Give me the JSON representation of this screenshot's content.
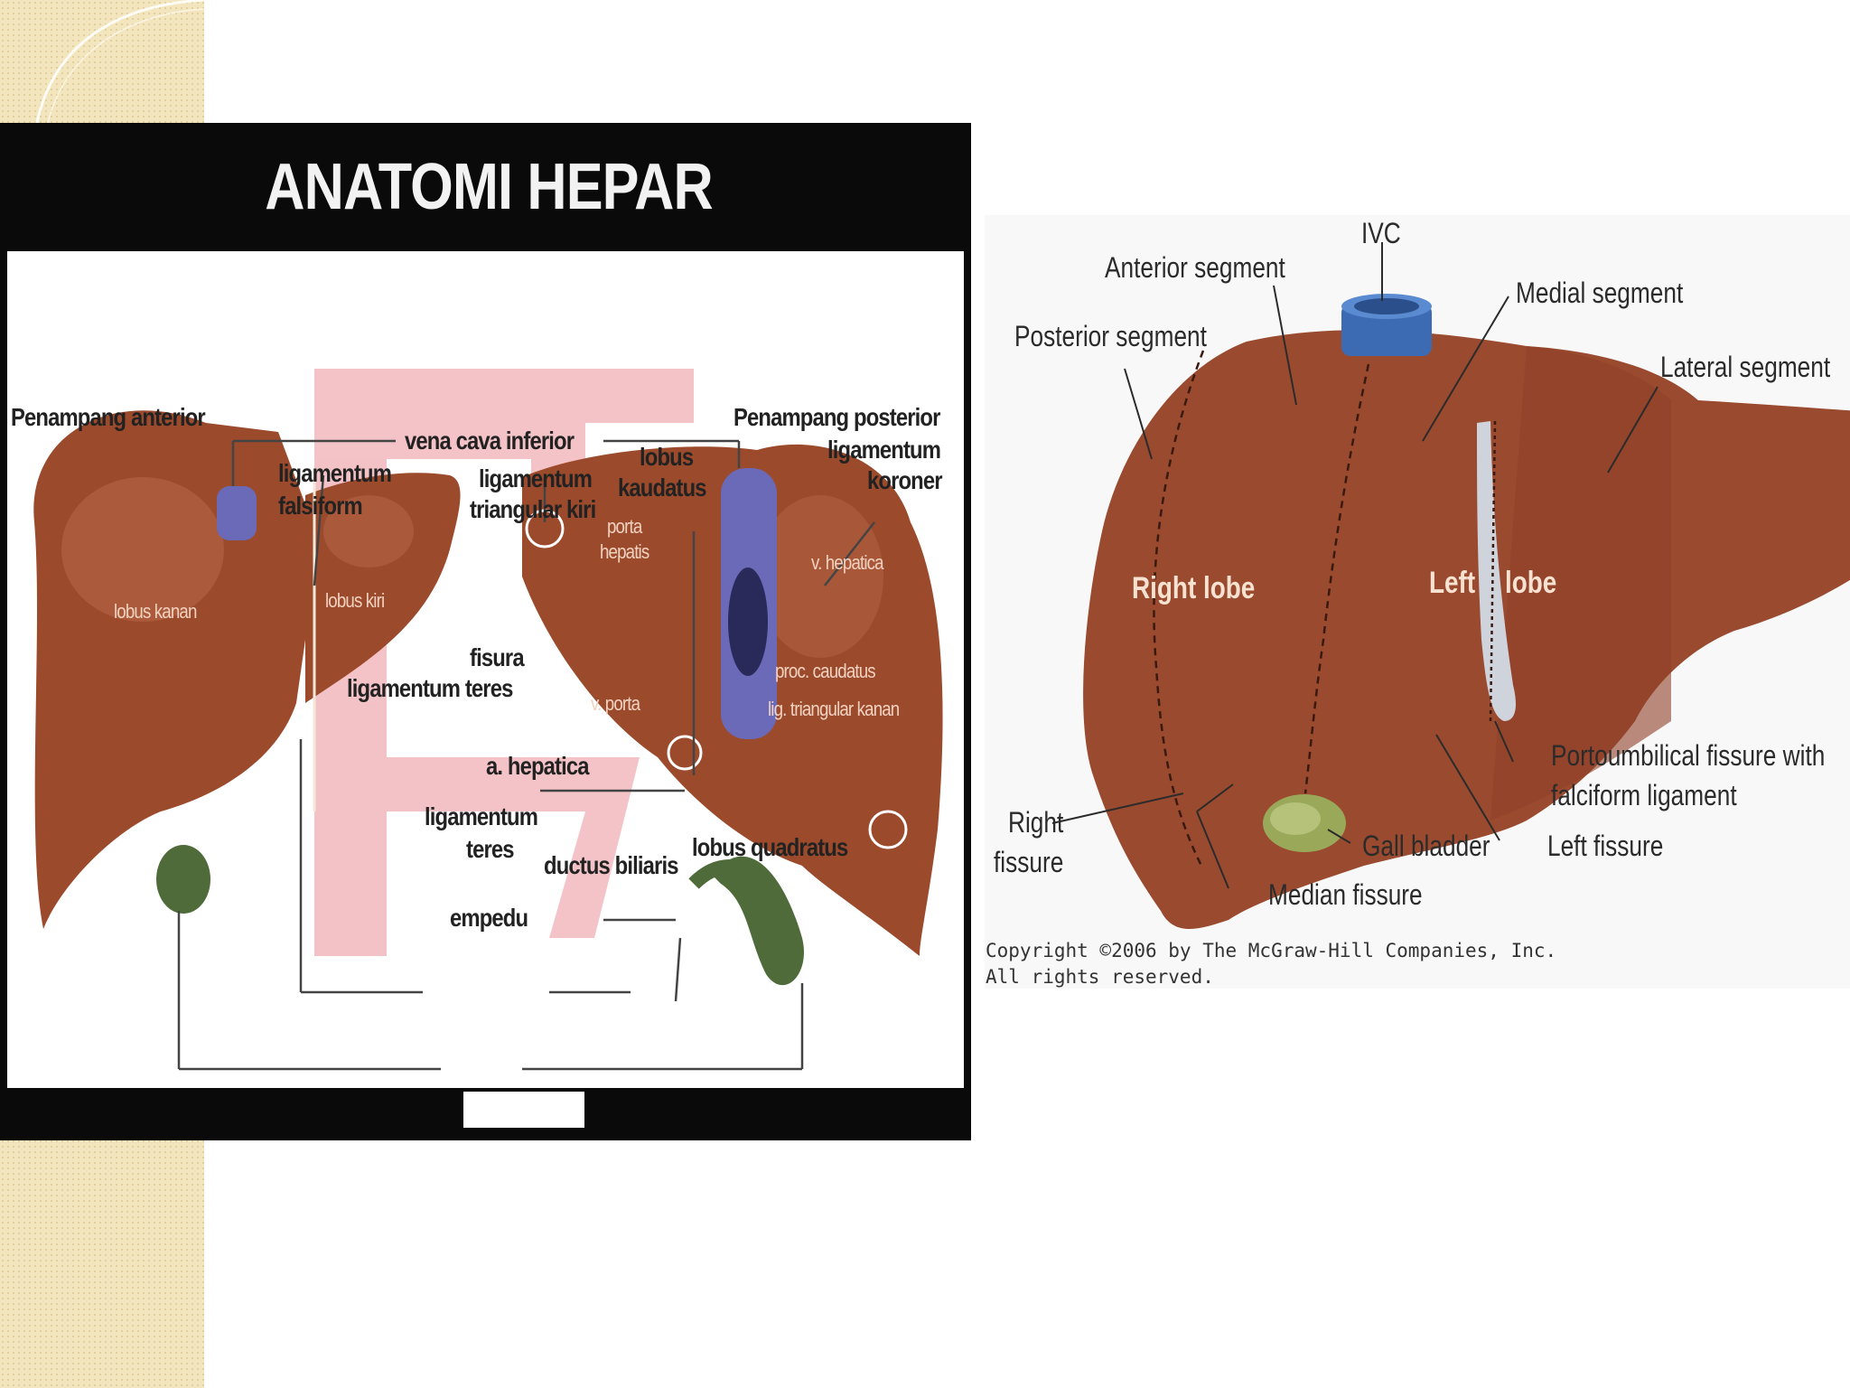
{
  "panel1": {
    "title": "ANATOMI HEPAR",
    "labels": {
      "penampang_anterior": "Penampang anterior",
      "penampang_posterior": "Penampang posterior",
      "vena_cava_inferior": "vena cava inferior",
      "ligamentum_falsiform_1": "ligamentum",
      "ligamentum_falsiform_2": "falsiform",
      "ligamentum_triangular_kiri_1": "ligamentum",
      "ligamentum_triangular_kiri_2": "triangular kiri",
      "lobus_kaudatus_1": "lobus",
      "lobus_kaudatus_2": "kaudatus",
      "ligamentum_koroner_1": "ligamentum",
      "ligamentum_koroner_2": "koroner",
      "lobus_kanan": "lobus kanan",
      "lobus_kiri": "lobus kiri",
      "v_porta_inner_1": "porta",
      "v_porta_inner_2": "hepatis",
      "v_hepatica": "v. hepatica",
      "fisura_1": "fisura",
      "fisura_2": "ligamentum teres",
      "v_porta": "v. porta",
      "proc_caudatus": "proc. caudatus",
      "lig_triangular_kanan": "lig. triangular kanan",
      "a_hepatica": "a. hepatica",
      "ligamentum_teres_1": "ligamentum",
      "ligamentum_teres_2": "teres",
      "ductus_biliaris": "ductus biliaris",
      "lobus_quadratus": "lobus quadratus",
      "empedu": "empedu"
    },
    "colors": {
      "header": "#0a0a0a",
      "liver": "#9c4a2c",
      "vessel": "#6a6ab8",
      "gallbladder": "#4f6b3a",
      "watermark": "#f2b8bd"
    }
  },
  "panel2": {
    "labels": {
      "ivc": "IVC",
      "anterior_segment": "Anterior segment",
      "medial_segment": "Medial segment",
      "posterior_segment": "Posterior segment",
      "lateral_segment": "Lateral segment",
      "right_lobe": "Right lobe",
      "left_lobe_1": "Left",
      "left_lobe_2": "lobe",
      "portoumbilical_1": "Portoumbilical fissure with",
      "portoumbilical_2": "falciform ligament",
      "right_fissure_1": "Right",
      "right_fissure_2": "fissure",
      "gall_bladder": "Gall bladder",
      "left_fissure": "Left fissure",
      "median_fissure": "Median fissure"
    },
    "copyright_1": "Copyright ©2006 by The McGraw-Hill Companies, Inc.",
    "copyright_2": "All rights reserved.",
    "colors": {
      "liver": "#9a4a2e",
      "ivc": "#3c6bb4",
      "gallbladder": "#9aa85a",
      "ligament": "#cfd3dc"
    }
  }
}
